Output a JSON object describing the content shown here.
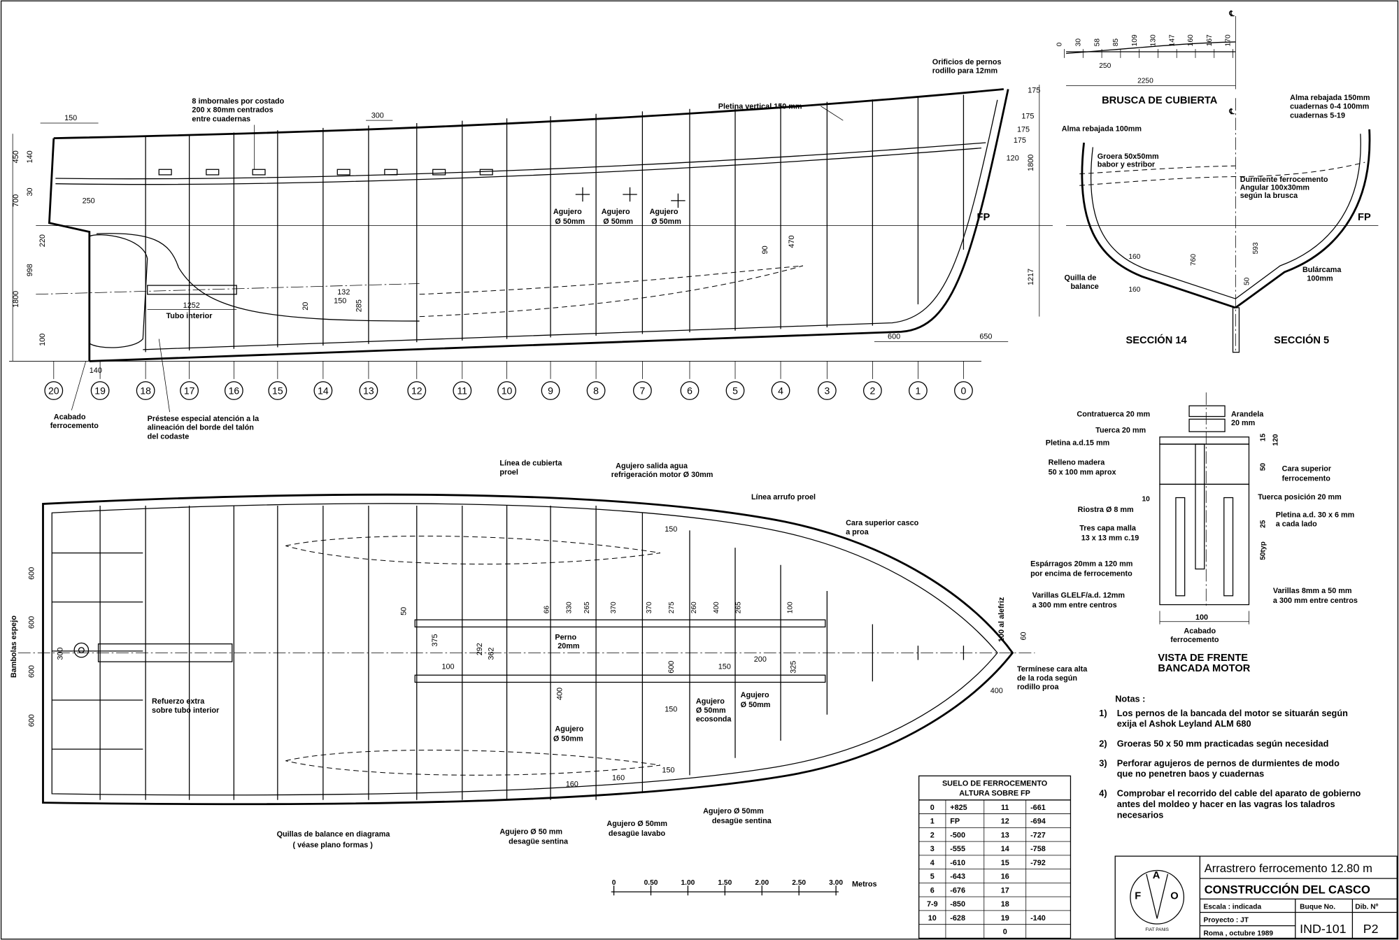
{
  "profile": {
    "stations": [
      "20",
      "19",
      "18",
      "17",
      "16",
      "15",
      "14",
      "13",
      "12",
      "11",
      "10",
      "9",
      "8",
      "7",
      "6",
      "5",
      "4",
      "3",
      "2",
      "1",
      "0"
    ],
    "imbornales": [
      "8 imbornales por costado",
      "200 x 80mm centrados",
      "entre cuadernas"
    ],
    "pletina_vertical": "Pletina vertical 150 mm",
    "orificios": [
      "Orificios de pernos",
      "rodillo para 12mm"
    ],
    "agujero": [
      "Agujero",
      "Ø 50mm"
    ],
    "tubo_interior": "Tubo interior",
    "fp": "FP",
    "acabado": [
      "Acabado",
      "ferrocemento"
    ],
    "prestese": [
      "Préstese especial atención a la",
      "alineación del borde del talón",
      "del codaste"
    ],
    "dims": {
      "d150": "150",
      "d300": "300",
      "d450": "450",
      "d140": "140",
      "d700": "700",
      "d30": "30",
      "d250": "250",
      "d220": "220",
      "d998": "998",
      "d1800": "1800",
      "d100": "100",
      "d140b": "140",
      "d1252": "1252",
      "d20": "20",
      "d132": "132",
      "d150b": "150",
      "d285": "285",
      "d90": "90",
      "d470": "470",
      "d1800b": "1800",
      "d1217": "1217",
      "d600": "600",
      "d650": "650",
      "d175a": "175",
      "d175b": "175",
      "d175c": "175",
      "d175d": "175",
      "d120": "120"
    }
  },
  "brusca": {
    "title": "BRUSCA DE CUBIERTA",
    "values": [
      "0",
      "30",
      "58",
      "85",
      "109",
      "130",
      "147",
      "160",
      "167",
      "170"
    ],
    "d250": "250",
    "d2250": "2250",
    "cl_symbol": "℄"
  },
  "sections": {
    "alma_100": "Alma rebajada 100mm",
    "groera": [
      "Groera 50x50mm",
      "babor y estribor"
    ],
    "durmiente": [
      "Durmiente ferrocemento",
      "Angular 100x30mm",
      "según la brusca"
    ],
    "alma_150": [
      "Alma rebajada 150mm",
      "cuadernas 0-4 100mm",
      "cuadernas 5-19"
    ],
    "fp": "FP",
    "quilla": [
      "Quilla de",
      "balance"
    ],
    "bularcama": [
      "Bulárcama",
      "100mm"
    ],
    "d160a": "160",
    "d160b": "160",
    "d760": "760",
    "d593": "593",
    "d50": "50",
    "sec14": "SECCIÓN 14",
    "sec5": "SECCIÓN 5"
  },
  "bancada": {
    "contratuerca": "Contratuerca 20 mm",
    "arandela": [
      "Arandela",
      "20 mm"
    ],
    "tuerca": "Tuerca 20 mm",
    "pletina15": "Pletina a.d.15 mm",
    "relleno": [
      "Relleno madera",
      "50 x 100 mm aprox"
    ],
    "cara_superior": [
      "Cara superior",
      "ferrocemento"
    ],
    "tuerca_pos": "Tuerca posición 20 mm",
    "riostra": "Riostra Ø 8 mm",
    "pletina30": [
      "Pletina a.d. 30 x 6 mm",
      "a cada lado"
    ],
    "tres_capa": [
      "Tres capa malla",
      "13 x 13 mm c.19"
    ],
    "esparragos": [
      "Espárragos 20mm a 120 mm",
      "por encima de ferrocemento"
    ],
    "varillas_glelf": [
      "Varillas GLELF/a.d. 12mm",
      "a 300 mm entre centros"
    ],
    "varillas_8": [
      "Varillas 8mm a 50 mm",
      "a 300 mm entre centros"
    ],
    "d100": "100",
    "acabado": [
      "Acabado",
      "ferrocemento"
    ],
    "d15": "15",
    "d120": "120",
    "d50": "50",
    "d10": "10",
    "d25": "25",
    "d50typ": "50typ",
    "title": [
      "VISTA DE FRENTE",
      "BANCADA MOTOR"
    ]
  },
  "plan": {
    "linea_cubierta": [
      "Línea de cubierta",
      "proel"
    ],
    "agujero_salida": [
      "Agujero salida agua",
      "refrigeración motor Ø 30mm"
    ],
    "linea_arrufo": "Línea arrufo proel",
    "cara_superior": [
      "Cara superior casco",
      "a proa"
    ],
    "bambolas": "Bambolas espejo",
    "refuerzo": [
      "Refuerzo extra",
      "sobre tubo interior"
    ],
    "perno": [
      "Perno",
      "20mm"
    ],
    "agujero_50": [
      "Agujero",
      "Ø 50mm"
    ],
    "agujero_ecosonda": [
      "Agujero",
      "Ø 50mm",
      "ecosonda"
    ],
    "terminese": [
      "Termínese cara alta",
      "de la roda según",
      "rodillo proa"
    ],
    "alefriz": "100 al alefriz",
    "quillas": [
      "Quillas de balance en diagrama",
      "( véase plano formas )"
    ],
    "desague_sentina1": [
      "Agujero Ø 50 mm",
      "desagüe sentina"
    ],
    "desague_lavabo": [
      "Agujero Ø 50mm",
      "desagüe lavabo"
    ],
    "desague_sentina2": [
      "Agujero Ø 50mm",
      "desagüe sentina"
    ],
    "dims_top": [
      "66",
      "330",
      "265",
      "370",
      "370",
      "275",
      "260",
      "400",
      "265",
      "100"
    ],
    "dims": {
      "d600a": "600",
      "d600b": "600",
      "d600c": "600",
      "d600d": "600",
      "d300": "300",
      "d50": "50",
      "d375": "375",
      "d100": "100",
      "d292": "292",
      "d362": "362",
      "d325": "325",
      "d150a": "150",
      "d150b": "150",
      "d150c": "150",
      "d150d": "150",
      "d200": "200",
      "d600e": "600",
      "d400a": "400",
      "d400b": "400",
      "d160a": "160",
      "d160b": "160",
      "d60": "60"
    }
  },
  "scale_bar": {
    "ticks": [
      "0",
      "0.50",
      "1.00",
      "1.50",
      "2.00",
      "2.50",
      "3.00"
    ],
    "unit": "Metros"
  },
  "floor_table": {
    "title": [
      "SUELO DE FERROCEMENTO",
      "ALTURA SOBRE FP"
    ],
    "rows": [
      [
        "0",
        "+825",
        "11",
        "-661"
      ],
      [
        "1",
        "FP",
        "12",
        "-694"
      ],
      [
        "2",
        "-500",
        "13",
        "-727"
      ],
      [
        "3",
        "-555",
        "14",
        "-758"
      ],
      [
        "4",
        "-610",
        "15",
        "-792"
      ],
      [
        "5",
        "-643",
        "16",
        ""
      ],
      [
        "6",
        "-676",
        "17",
        ""
      ],
      [
        "7-9",
        "-850",
        "18",
        ""
      ],
      [
        "10",
        "-628",
        "19",
        "-140"
      ],
      [
        "",
        "",
        "0",
        ""
      ]
    ]
  },
  "notes": {
    "title": "Notas :",
    "items": [
      {
        "n": "1)",
        "lines": [
          "Los pernos de la bancada del motor se situarán según",
          "exija el Ashok Leyland ALM 680"
        ]
      },
      {
        "n": "2)",
        "lines": [
          "Groeras 50 x 50 mm practicadas según necesidad"
        ]
      },
      {
        "n": "3)",
        "lines": [
          "Perforar agujeros de pernos de durmientes de modo",
          "que no penetren baos y cuadernas"
        ]
      },
      {
        "n": "4)",
        "lines": [
          "Comprobar el recorrido del cable del aparato de gobierno",
          "antes del moldeo y hacer en las vagras los taladros",
          "necesarios"
        ]
      }
    ]
  },
  "title_block": {
    "logo_letters": [
      "F",
      "A",
      "O",
      "FIAT PANIS"
    ],
    "vessel": "Arrastrero ferrocemento 12.80 m",
    "drawing_title": "CONSTRUCCIÓN DEL CASCO",
    "escala": "Escala : indicada",
    "proyecto": "Proyecto : JT",
    "fecha": "Roma , octubre 1989",
    "buque_label": "Buque No.",
    "buque_value": "IND-101",
    "dib_label": "Dib. Nº",
    "dib_value": "P2"
  }
}
